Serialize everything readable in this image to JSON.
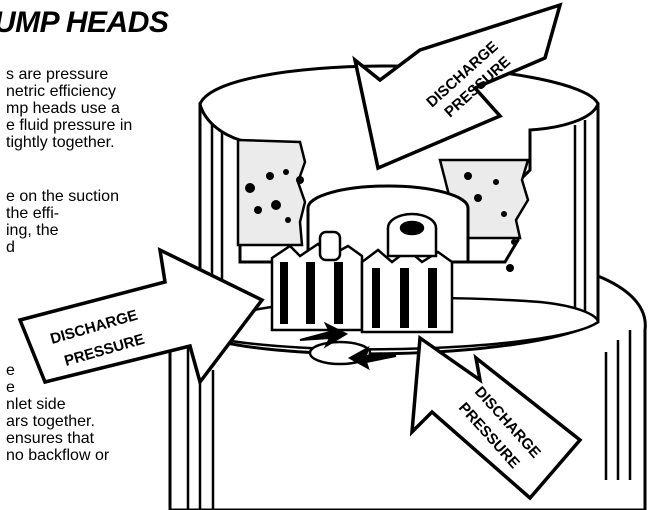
{
  "heading": "UMP HEADS",
  "paragraph_1": [
    "s are pressure",
    "netric efficiency",
    "mp heads use a",
    "e fluid pressure in",
    "tightly together."
  ],
  "paragraph_2": [
    "e on the suction",
    "the effi-",
    "ing, the",
    "d"
  ],
  "paragraph_3": [
    "e",
    "e",
    "nlet side",
    "ars together.",
    "ensures that",
    "no backflow or"
  ],
  "arrows": {
    "top": [
      "DISCHARGE",
      "PRESSURE"
    ],
    "left": [
      "DISCHARGE",
      "PRESSURE"
    ],
    "bottom": [
      "DISCHARGE",
      "PRESSURE"
    ]
  }
}
